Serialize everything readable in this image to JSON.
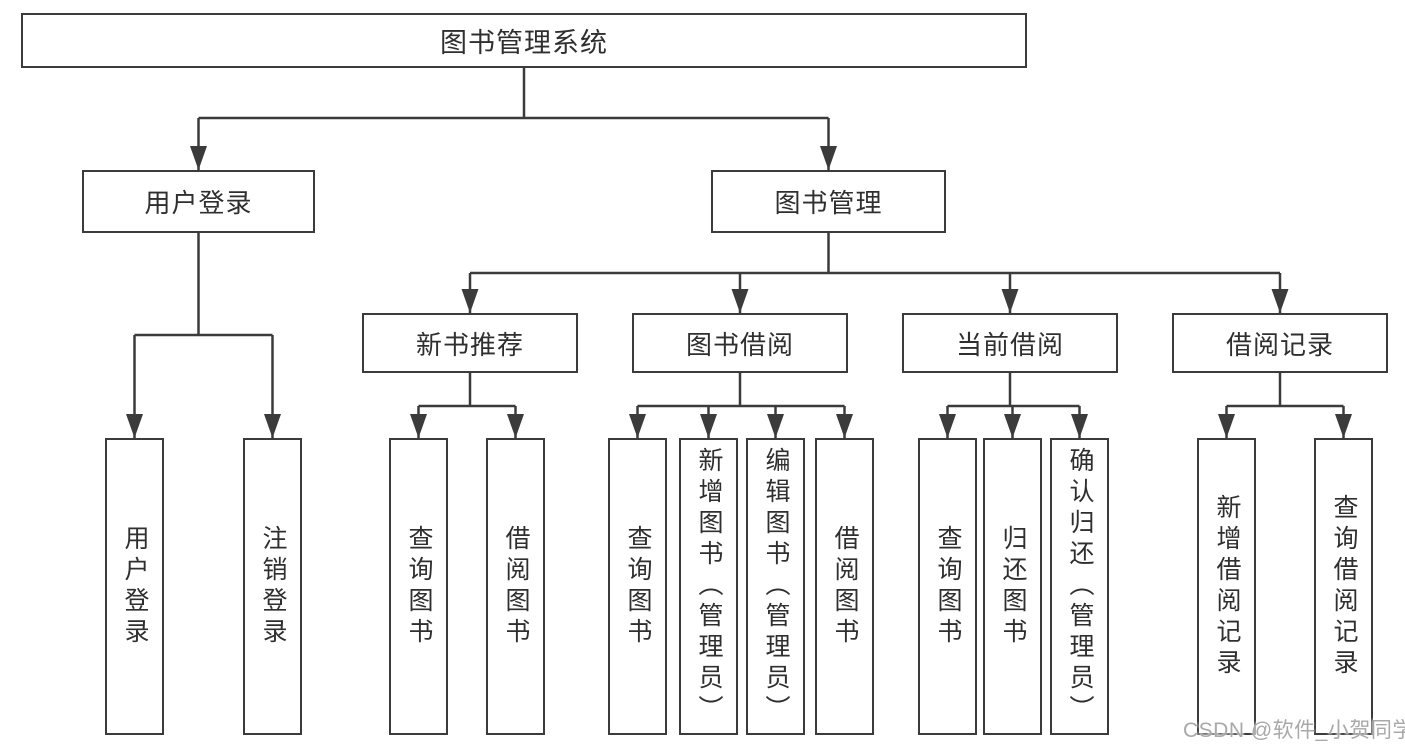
{
  "diagram_type": "hierarchy-tree",
  "colors": {
    "line": "#3b3b3b",
    "text": "#2f2f2f",
    "background": "#ffffff",
    "watermark": "#a9a9a9"
  },
  "root": {
    "label": "图书管理系统",
    "children": [
      {
        "label": "用户登录",
        "children": [
          {
            "label": "用户登录"
          },
          {
            "label": "注销登录"
          }
        ]
      },
      {
        "label": "图书管理",
        "children": [
          {
            "label": "新书推荐",
            "children": [
              {
                "label": "查询图书"
              },
              {
                "label": "借阅图书"
              }
            ]
          },
          {
            "label": "图书借阅",
            "children": [
              {
                "label": "查询图书"
              },
              {
                "label": "新增图书（管理员）"
              },
              {
                "label": "编辑图书（管理员）"
              },
              {
                "label": "借阅图书"
              }
            ]
          },
          {
            "label": "当前借阅",
            "children": [
              {
                "label": "查询图书"
              },
              {
                "label": "归还图书"
              },
              {
                "label": "确认归还（管理员）"
              }
            ]
          },
          {
            "label": "借阅记录",
            "children": [
              {
                "label": "新增借阅记录"
              },
              {
                "label": "查询借阅记录"
              }
            ]
          }
        ]
      }
    ]
  },
  "watermark": "CSDN @软件_小贺同学"
}
